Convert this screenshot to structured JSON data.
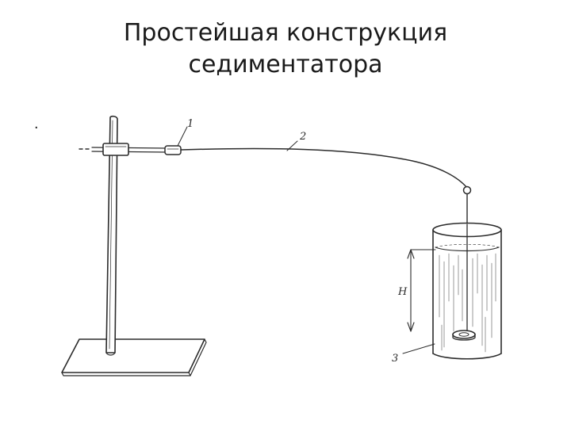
{
  "slide": {
    "title_line1": "Простейшая конструкция",
    "title_line2": "седиментатора",
    "bullet": "."
  },
  "diagram": {
    "labels": {
      "clamp": "1",
      "beam": "2",
      "pan": "3",
      "height": "H"
    }
  }
}
